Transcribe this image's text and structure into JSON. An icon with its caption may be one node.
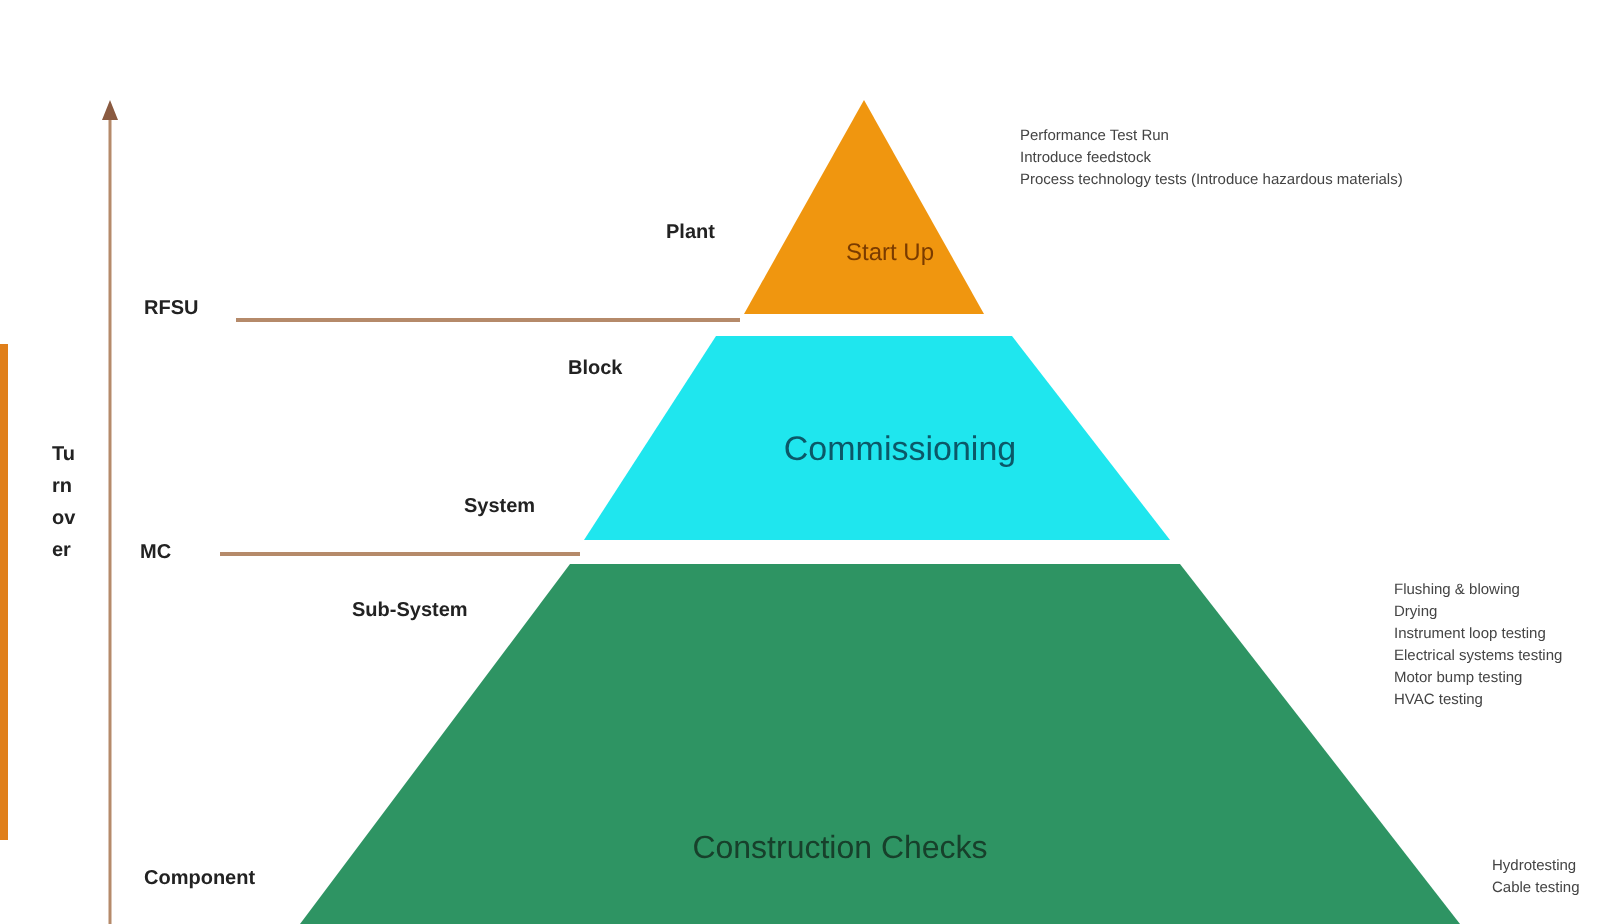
{
  "diagram": {
    "nodes": [
      {
        "text": [
          "Start Up"
        ],
        "beside": [
          "Performance Test Run",
          "Introduce feedstock",
          "Process technology tests (Introduce hazardous materials)"
        ]
      },
      {
        "text": [
          "Commissioning"
        ]
      },
      {
        "text": [
          "Construction Checks"
        ],
        "beside": [
          "Flushing & blowing",
          "Drying",
          "Instrument loop testing",
          "Electrical systems testing",
          "Motor bump testing",
          "HVAC testing",
          "Hydrotesting",
          "Cable testing"
        ]
      }
    ],
    "labels": [
      "RFSU",
      "Plant",
      "Block",
      "Turnover",
      "System",
      "MC",
      "Sub-System",
      "Component"
    ]
  }
}
